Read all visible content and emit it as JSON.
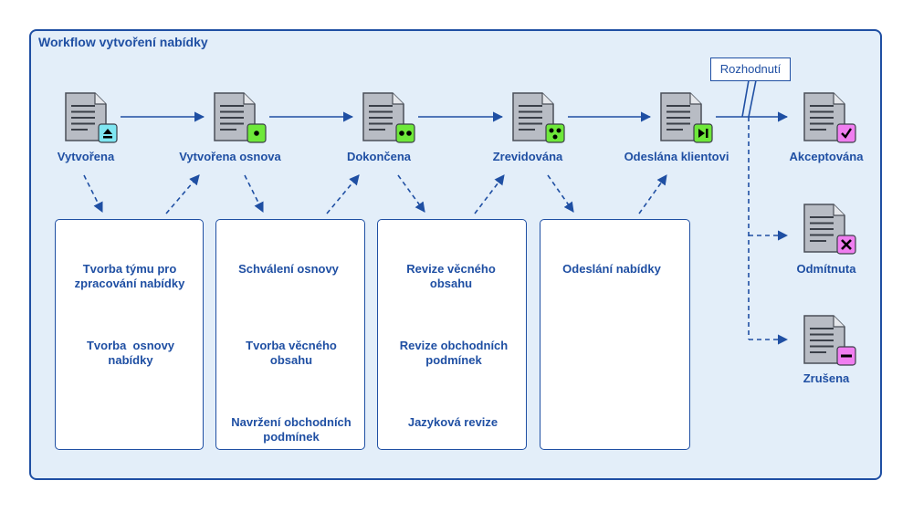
{
  "title": "Workflow vytvoření nabídky",
  "states": [
    {
      "label": "Vytvořena",
      "badge": "eject"
    },
    {
      "label": "Vytvořena osnova",
      "badge": "one-dot"
    },
    {
      "label": "Dokončena",
      "badge": "two-dots"
    },
    {
      "label": "Zrevidována",
      "badge": "three-dots"
    },
    {
      "label": "Odeslána klientovi",
      "badge": "next"
    }
  ],
  "decision": {
    "label": "Rozhodnutí"
  },
  "outcomes": [
    {
      "label": "Akceptována",
      "badge": "check"
    },
    {
      "label": "Odmítnuta",
      "badge": "cross"
    },
    {
      "label": "Zrušena",
      "badge": "minus"
    }
  ],
  "panels": [
    {
      "tasks": [
        "Tvorba týmu pro\nzpracování nabídky",
        "Tvorba  osnovy\nnabídky"
      ]
    },
    {
      "tasks": [
        "Schválení osnovy",
        "Tvorba věcného\nobsahu",
        "Navržení obchodních\npodmínek"
      ]
    },
    {
      "tasks": [
        "Revize věcného\nobsahu",
        "Revize obchodních\npodmínek",
        "Jazyková revize"
      ]
    },
    {
      "tasks": [
        "Odeslání nabídky"
      ]
    }
  ],
  "colors": {
    "primary": "#1f4fa3",
    "background": "#e3eef9",
    "document": "#b8bcc4",
    "badge_cyan": "#7fe6f2",
    "badge_green": "#6ee83a",
    "badge_pink": "#f07ef0"
  }
}
